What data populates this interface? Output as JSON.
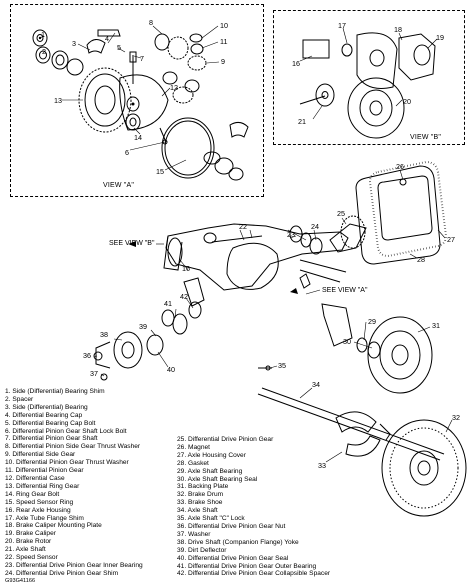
{
  "views": [
    {
      "id": "a",
      "caption": "VIEW \"A\""
    },
    {
      "id": "b",
      "caption": "VIEW \"B\""
    }
  ],
  "section_links": [
    {
      "id": "see-b",
      "label": "SEE VIEW \"B\""
    },
    {
      "id": "see-a",
      "label": "SEE VIEW \"A\""
    }
  ],
  "callouts": [
    "1",
    "2",
    "3",
    "4",
    "5",
    "6",
    "7",
    "8",
    "9",
    "10",
    "11",
    "12",
    "13",
    "14",
    "15",
    "16",
    "17",
    "18",
    "19",
    "20",
    "21",
    "22",
    "23",
    "24",
    "25",
    "26",
    "27",
    "28",
    "29",
    "30",
    "31",
    "32",
    "33",
    "34",
    "35",
    "36",
    "37",
    "38",
    "39",
    "40",
    "41",
    "42"
  ],
  "legend_left": [
    "1. Side (Differential) Bearing Shim",
    "2. Spacer",
    "3. Side (Differential) Bearing",
    "4. Differential Bearing Cap",
    "5. Differential Bearing Cap Bolt",
    "6. Differential Pinion Gear Shaft Lock Bolt",
    "7. Differential Pinion Gear Shaft",
    "8. Differential Pinion Side Gear Thrust Washer",
    "9. Differential Side Gear",
    "10. Differential Pinion Gear Thrust Washer",
    "11. Differential Pinion Gear",
    "12. Differential Case",
    "13. Differential Ring Gear",
    "14. Ring Gear Bolt",
    "15. Speed Sensor Ring",
    "16. Rear Axle Housing",
    "17. Axle Tube Flange Shim",
    "18. Brake Caliper Mounting Plate",
    "19. Brake Caliper",
    "20. Brake Rotor",
    "21. Axle Shaft",
    "22. Speed Sensor",
    "23. Differential Drive Pinion Gear Inner Bearing",
    "24. Differential Drive Pinion Gear Shim"
  ],
  "legend_right": [
    "25. Differential Drive Pinion Gear",
    "26. Magnet",
    "27. Axle Housing Cover",
    "28. Gasket",
    "29. Axle Shaft Bearing",
    "30. Axle Shaft Bearing Seal",
    "31. Backing Plate",
    "32. Brake Drum",
    "33. Brake Shoe",
    "34. Axle Shaft",
    "35. Axle Shaft \"C\" Lock",
    "36. Differential Drive Pinion Gear Nut",
    "37. Washer",
    "38. Drive Shaft (Companion Flange) Yoke",
    "39. Dirt Deflector",
    "40. Differential Drive Pinion Gear Seal",
    "41. Differential Drive Pinion Gear Outer Bearing",
    "42. Differential Drive Pinion Gear Collapsible Spacer"
  ],
  "doc_id": "G93G41166"
}
